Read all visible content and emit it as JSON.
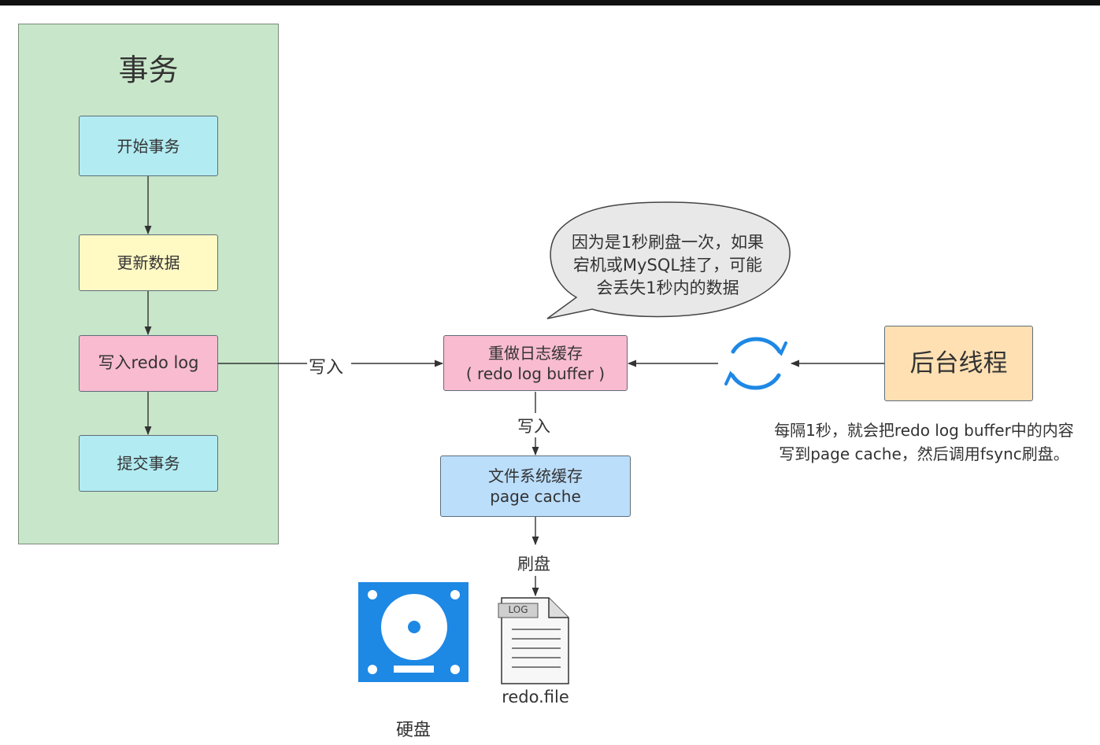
{
  "transaction": {
    "title": "事务",
    "steps": [
      "开始事务",
      "更新数据",
      "写入redo log",
      "提交事务"
    ]
  },
  "buffer": {
    "line1": "重做日志缓存",
    "line2": "( redo log buffer )"
  },
  "page_cache": {
    "line1": "文件系统缓存",
    "line2": "page cache"
  },
  "edge_labels": {
    "write_to_buffer": "写入",
    "write_to_cache": "写入",
    "flush": "刷盘"
  },
  "bubble": {
    "line1": "因为是1秒刷盘一次，如果",
    "line2": "宕机或MySQL挂了，可能",
    "line3": "会丢失1秒内的数据"
  },
  "background_thread": {
    "label": "后台线程",
    "note_line1": "每隔1秒，就会把redo log buffer中的内容",
    "note_line2": "写到page cache，然后调用fsync刷盘。"
  },
  "disk": {
    "label": "硬盘",
    "icon": "hard-disk-icon"
  },
  "file": {
    "tag": "LOG",
    "name": "redo.file",
    "icon": "log-file-icon"
  },
  "cycle_icon": "refresh-cycle-icon",
  "colors": {
    "transaction_bg": "#c8e6c9",
    "start_commit": "#b2ebf2",
    "update": "#fff9c4",
    "redo_write": "#f8bbd0",
    "buffer": "#f8bbd0",
    "page_cache": "#bbdefb",
    "background_thread": "#ffe0b2",
    "disk": "#1e88e5",
    "cycle": "#1e88e5"
  }
}
